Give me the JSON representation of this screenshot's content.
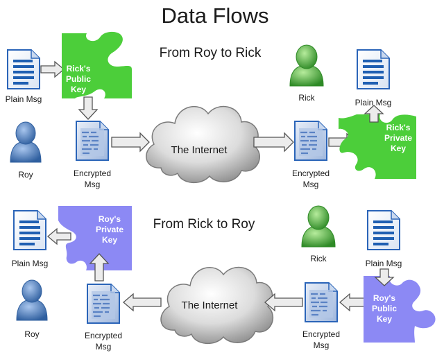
{
  "title": "Data Flows",
  "sections": [
    {
      "heading": "From Roy to Rick",
      "sender": "Roy",
      "receiver": "Rick",
      "plain_msg_left": "Plain Msg",
      "plain_msg_right": "Plain Msg",
      "encrypted_left": [
        "Encrypted",
        "Msg"
      ],
      "encrypted_right": [
        "Encrypted",
        "Msg"
      ],
      "internet": "The Internet",
      "key_top": [
        "Rick's",
        "Public",
        "Key"
      ],
      "key_bottom": [
        "Rick's",
        "Private",
        "Key"
      ]
    },
    {
      "heading": "From Rick to Roy",
      "sender": "Rick",
      "receiver": "Roy",
      "plain_msg_left": "Plain Msg",
      "plain_msg_right": "Plain Msg",
      "encrypted_left": [
        "Encrypted",
        "Msg"
      ],
      "encrypted_right": [
        "Encrypted",
        "Msg"
      ],
      "internet": "The Internet",
      "key_top": [
        "Roy's",
        "Private",
        "Key"
      ],
      "key_bottom": [
        "Roy's",
        "Public",
        "Key"
      ]
    }
  ],
  "colors": {
    "green_key": "#4cce3a",
    "purple_key": "#8c89f4",
    "blue_user": "#4f7fc0",
    "green_user": "#4aaa3a",
    "doc_blue": "#1f5fb2",
    "arrow_fill": "#ececec",
    "arrow_stroke": "#555555"
  },
  "icons": [
    "document-icon",
    "encrypted-document-icon",
    "user-icon",
    "cloud-icon",
    "puzzle-key-icon",
    "arrow-icon"
  ]
}
